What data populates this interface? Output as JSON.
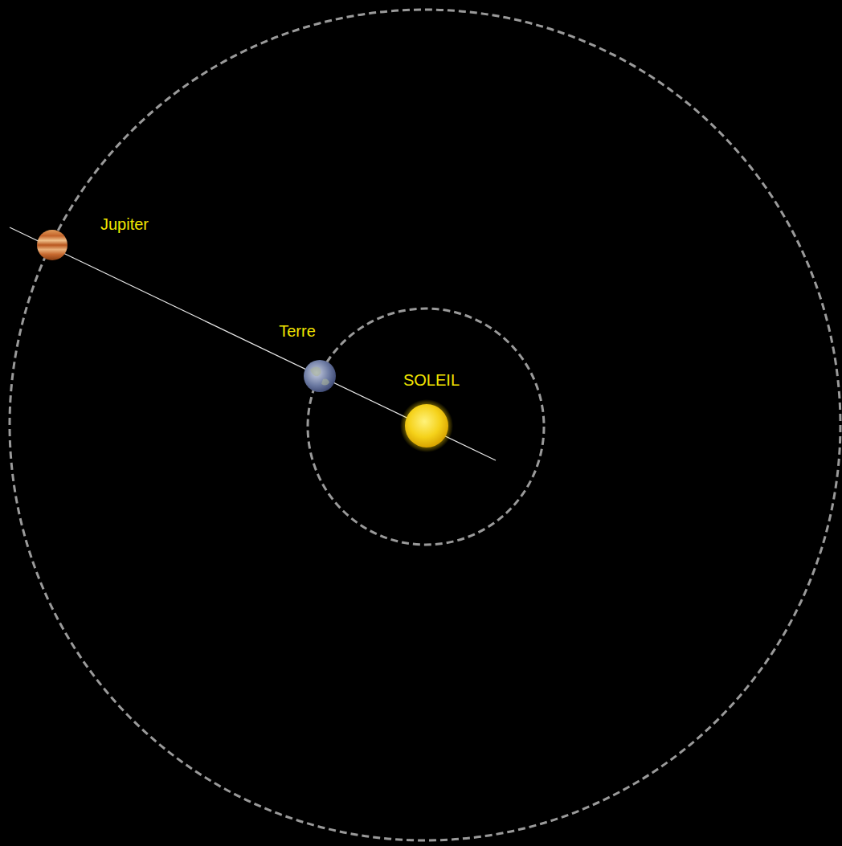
{
  "diagram": {
    "labels": [
      "Jupiter",
      "Terre",
      "SOLEIL"
    ]
  }
}
